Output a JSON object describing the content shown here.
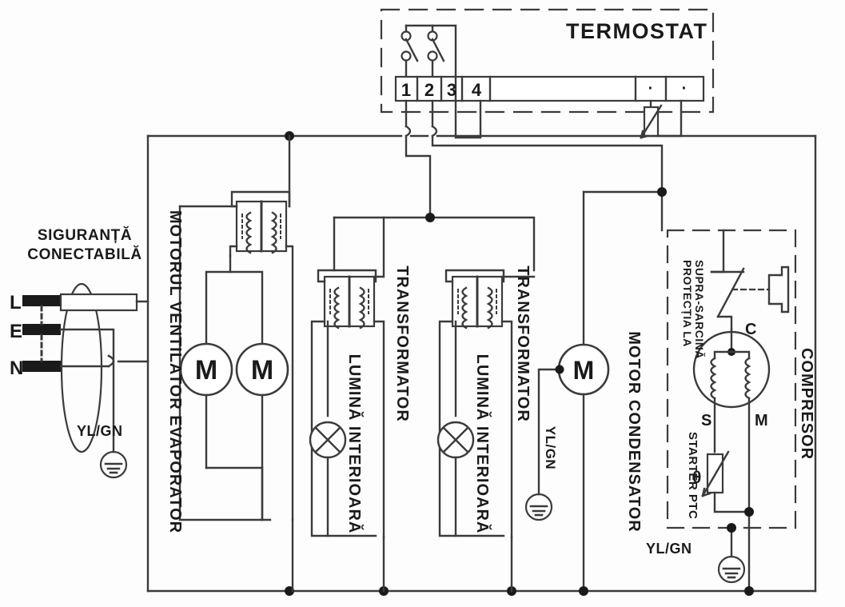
{
  "diagram": {
    "title": "Schema electrica frigider",
    "language": "ro",
    "line_color": "#3b3b3b",
    "text_color": "#1a1a1a",
    "background": "#ffffff"
  },
  "labels": {
    "thermostat": "TERMOSTAT",
    "fuse_plug_line1": "SIGURANȚĂ",
    "fuse_plug_line2": "CONECTABILĂ",
    "evaporator_fan_motor": "MOTORUL VENTILATOR EVAPORATOR",
    "transformer_1": "TRANSFORMATOR",
    "transformer_2": "TRANSFORMATOR",
    "interior_light_1": "LUMINĂ INTERIOARĂ",
    "interior_light_2": "LUMINĂ INTERIOARĂ",
    "condenser_motor": "MOTOR CONDENSATOR",
    "compressor": "COMPRESOR",
    "overload_protection_line1": "PROTECȚIA LA",
    "overload_protection_line2": "SUPRA-SARCINĂ",
    "ptc_starter": "STARTER PTC"
  },
  "terminals": {
    "line": "L",
    "earth": "E",
    "neutral": "N",
    "block_numbers": [
      "1",
      "2",
      "3",
      "4"
    ],
    "block_dots": [
      "·",
      "·"
    ]
  },
  "compressor_terminals": {
    "common": "C",
    "start": "S",
    "main": "M",
    "thermistor_symbol": "θ"
  },
  "wire_codes": {
    "ground_fuse": "YL/GN",
    "ground_condenser": "YL/GN",
    "ground_compressor": "YL/GN"
  },
  "symbols": {
    "motor": "M",
    "ground": "earth-ground-symbol",
    "lamp": "lamp-cross-symbol",
    "transformer": "transformer-coil-symbol",
    "switch": "open-switch-symbol",
    "ptc": "ptc-resistor-symbol",
    "fuse": "fuse-rectangle-symbol"
  }
}
